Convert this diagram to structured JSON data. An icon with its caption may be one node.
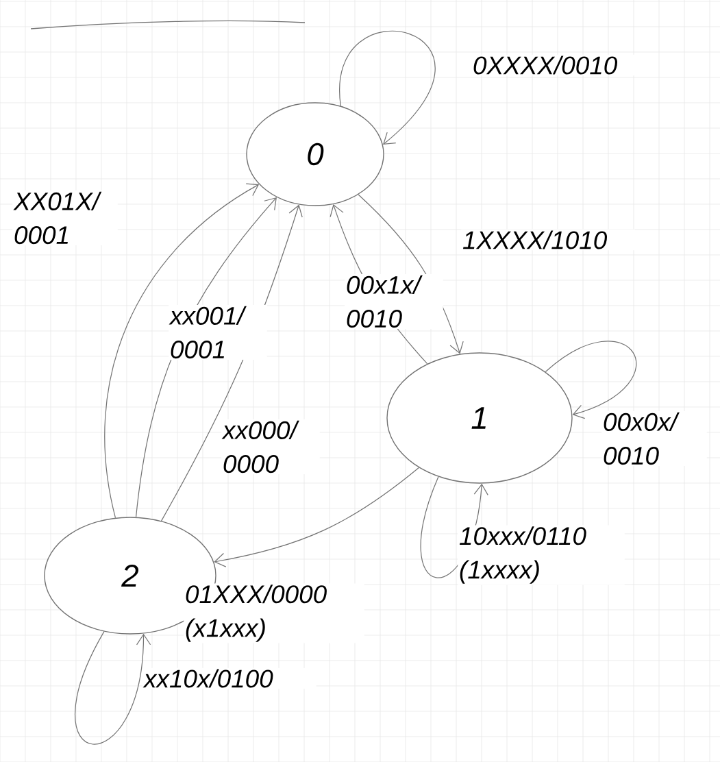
{
  "diagram": {
    "nodes": [
      {
        "text": [
          "0"
        ]
      },
      {
        "text": [
          "1"
        ]
      },
      {
        "text": [
          "2"
        ]
      }
    ],
    "edges": [
      {
        "from": 0,
        "to": 0,
        "arrow": "to",
        "label": "0XXXX/0010"
      },
      {
        "from": 0,
        "to": 1,
        "arrow": "to",
        "label": "1XXXX/1010"
      },
      {
        "from": 1,
        "to": 0,
        "arrow": "to",
        "label": "00x1x/ 0010"
      },
      {
        "from": 1,
        "to": 1,
        "arrow": "to",
        "label": "00x0x/ 0010"
      },
      {
        "from": 1,
        "to": 1,
        "arrow": "to",
        "label": "10xxx/0110 (1xxxx)"
      },
      {
        "from": 1,
        "to": 2,
        "arrow": "to",
        "label": "01XXX/0000 (x1xxx)"
      },
      {
        "from": 2,
        "to": 0,
        "arrow": "to",
        "label": "XX01X/ 0001"
      },
      {
        "from": 2,
        "to": 0,
        "arrow": "to",
        "label": "xx001/ 0001"
      },
      {
        "from": 2,
        "to": 0,
        "arrow": "to",
        "label": "xx000/ 0000"
      },
      {
        "from": 2,
        "to": 2,
        "arrow": "to",
        "label": "xx10x/0100"
      }
    ]
  }
}
